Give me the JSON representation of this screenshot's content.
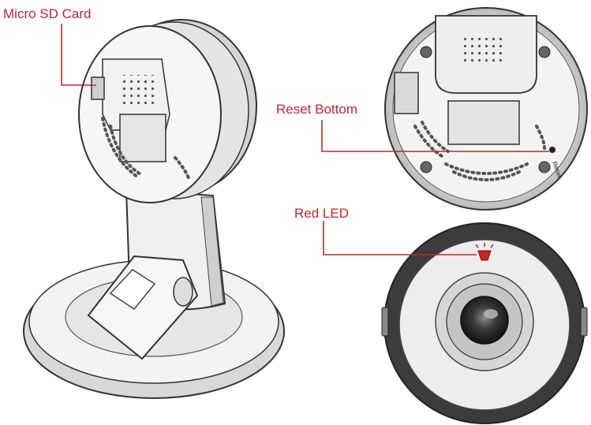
{
  "labels": {
    "micro_sd_card": "Micro SD Card",
    "reset_bottom": "Reset Bottom",
    "red_led": "Red LED",
    "reset_marking": "Reset"
  },
  "colors": {
    "callout_text": "#c0272d",
    "callout_line": "#c0272d",
    "outline": "#3a3a3a",
    "body_light": "#f1f1f1",
    "body_mid": "#d9d9d9",
    "lens_dark": "#2a2a2a",
    "led_red": "#d21f1f"
  },
  "icons": [
    "sd-card-slot-icon",
    "reset-button-icon",
    "led-indicator-icon",
    "lens-icon"
  ]
}
